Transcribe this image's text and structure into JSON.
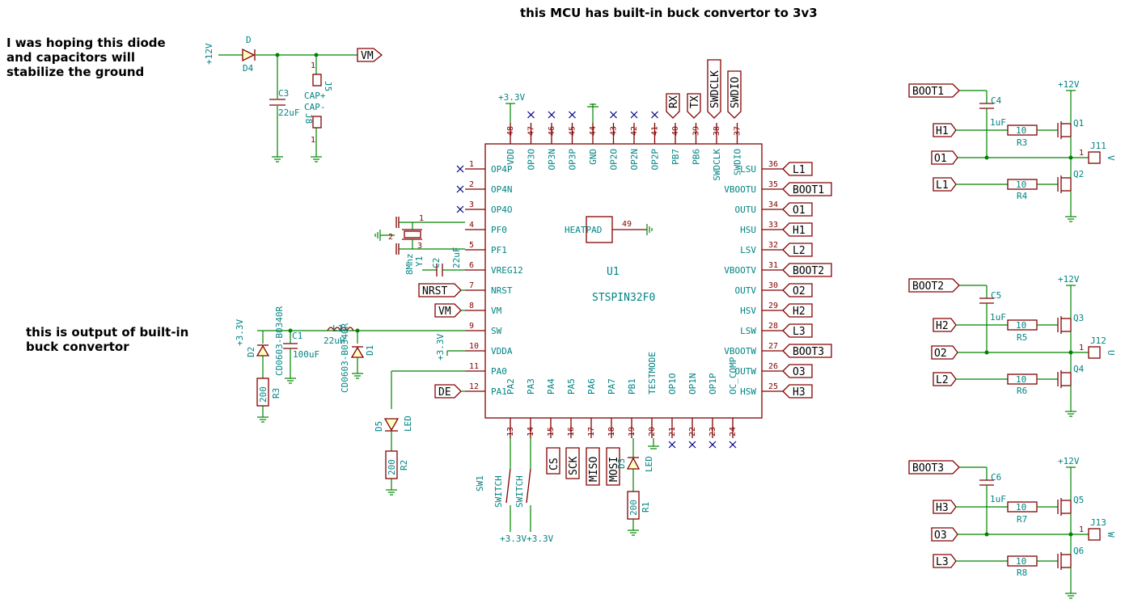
{
  "annotations": {
    "top": "this MCU has built-in buck convertor to 3v3",
    "diode_line1": "I was hoping this diode",
    "diode_line2": "and capacitors will",
    "diode_line3": "stabilize the ground",
    "buck_line1": "this is output of built-in",
    "buck_line2": "buck convertor"
  },
  "mcu": {
    "ref": "U1",
    "part": "STSPIN32F0",
    "pad_label": "HEATPAD",
    "pad_pin": "49",
    "left_pins": [
      {
        "num": "1",
        "name": "OP4P"
      },
      {
        "num": "2",
        "name": "OP4N"
      },
      {
        "num": "3",
        "name": "OP4O"
      },
      {
        "num": "4",
        "name": "PF0"
      },
      {
        "num": "5",
        "name": "PF1"
      },
      {
        "num": "6",
        "name": "VREG12"
      },
      {
        "num": "7",
        "name": "NRST"
      },
      {
        "num": "8",
        "name": "VM"
      },
      {
        "num": "9",
        "name": "SW"
      },
      {
        "num": "10",
        "name": "VDDA"
      },
      {
        "num": "11",
        "name": "PA0"
      },
      {
        "num": "12",
        "name": "PA1"
      }
    ],
    "right_pins": [
      {
        "num": "36",
        "name": "LSU"
      },
      {
        "num": "35",
        "name": "VBOOTU"
      },
      {
        "num": "34",
        "name": "OUTU"
      },
      {
        "num": "33",
        "name": "HSU"
      },
      {
        "num": "32",
        "name": "LSV"
      },
      {
        "num": "31",
        "name": "VBOOTV"
      },
      {
        "num": "30",
        "name": "OUTV"
      },
      {
        "num": "29",
        "name": "HSV"
      },
      {
        "num": "28",
        "name": "LSW"
      },
      {
        "num": "27",
        "name": "VBOOTW"
      },
      {
        "num": "26",
        "name": "OUTW"
      },
      {
        "num": "25",
        "name": "HSW"
      }
    ],
    "top_pins": [
      {
        "num": "48",
        "name": "VDD"
      },
      {
        "num": "47",
        "name": "OP3O"
      },
      {
        "num": "46",
        "name": "OP3N"
      },
      {
        "num": "45",
        "name": "OP3P"
      },
      {
        "num": "44",
        "name": "GND"
      },
      {
        "num": "43",
        "name": "OP2O"
      },
      {
        "num": "42",
        "name": "OP2N"
      },
      {
        "num": "41",
        "name": "OP2P"
      },
      {
        "num": "40",
        "name": "PB7"
      },
      {
        "num": "39",
        "name": "PB6"
      },
      {
        "num": "38",
        "name": "SWDCLK"
      },
      {
        "num": "37",
        "name": "SWDIO"
      }
    ],
    "bottom_pins": [
      {
        "num": "13",
        "name": "PA2"
      },
      {
        "num": "14",
        "name": "PA3"
      },
      {
        "num": "15",
        "name": "PA4"
      },
      {
        "num": "16",
        "name": "PA5"
      },
      {
        "num": "17",
        "name": "PA6"
      },
      {
        "num": "18",
        "name": "PA7"
      },
      {
        "num": "19",
        "name": "PB1"
      },
      {
        "num": "20",
        "name": "TESTMODE"
      },
      {
        "num": "21",
        "name": "OP1O"
      },
      {
        "num": "22",
        "name": "OP1N"
      },
      {
        "num": "23",
        "name": "OP1P"
      },
      {
        "num": "24",
        "name": "OC_COMP"
      }
    ]
  },
  "nets": {
    "left": [
      "NRST",
      "VM",
      "DE"
    ],
    "right": [
      "L1",
      "BOOT1",
      "O1",
      "H1",
      "L2",
      "BOOT2",
      "O2",
      "H2",
      "L3",
      "BOOT3",
      "O3",
      "H3"
    ],
    "top": [
      "RX",
      "TX",
      "SWDCLK",
      "SWDIO"
    ],
    "bottom": [
      "CS",
      "SCK",
      "MISO",
      "MOSI"
    ],
    "vm_top": "VM",
    "v33": "+3.3V",
    "v12": "+12V",
    "v33_bottom": "+3.3V+3.3V"
  },
  "phases": [
    {
      "boot": "BOOT1",
      "h": "H1",
      "o": "O1",
      "l": "L1",
      "cap": "C4",
      "cap_val": "1uF",
      "rh": "R3",
      "rl": "R4",
      "rval": "10",
      "qh": "Q1",
      "ql": "Q2",
      "conn": "J11",
      "conn_pin": "1",
      "phase": "V"
    },
    {
      "boot": "BOOT2",
      "h": "H2",
      "o": "O2",
      "l": "L2",
      "cap": "C5",
      "cap_val": "1uF",
      "rh": "R5",
      "rl": "R6",
      "rval": "10",
      "qh": "Q3",
      "ql": "Q4",
      "conn": "J12",
      "conn_pin": "1",
      "phase": "U"
    },
    {
      "boot": "BOOT3",
      "h": "H3",
      "o": "O3",
      "l": "L3",
      "cap": "C6",
      "cap_val": "1uF",
      "rh": "R7",
      "rl": "R8",
      "rval": "10",
      "qh": "Q5",
      "ql": "Q6",
      "conn": "J13",
      "conn_pin": "1",
      "phase": "W"
    }
  ],
  "parts": {
    "d": "D",
    "d4": "D4",
    "c3": "C3",
    "c3_val": "22uF",
    "j5": "J5",
    "j5_pin": "1",
    "cap_plus": "CAP+",
    "cap_minus": "CAP-",
    "j8": "J8",
    "j8_pin": "1",
    "y1": "Y1",
    "y1_val": "8Mhz",
    "c2": "C2",
    "c2_val": "22uF",
    "d2": "D2",
    "d2_val": "CD0603-B0340R",
    "c1": "C1",
    "c1_val": "100uF",
    "l1": "L1",
    "l1_val": "22uH",
    "d1": "D1",
    "d1_val": "CD0603-B0340R",
    "r_d2": "R3",
    "r_d2_val": "200",
    "d5": "D5",
    "d5_val": "LED",
    "r2": "R2",
    "r2_val": "200",
    "sw1": "SW1",
    "sw1_val": "SWITCH",
    "sw2_val": "SWITCH",
    "d3": "D3",
    "d3_val": "LED",
    "r1": "R1",
    "r1_val": "200",
    "pin1": "1",
    "pin2": "2",
    "pin3": "3"
  }
}
